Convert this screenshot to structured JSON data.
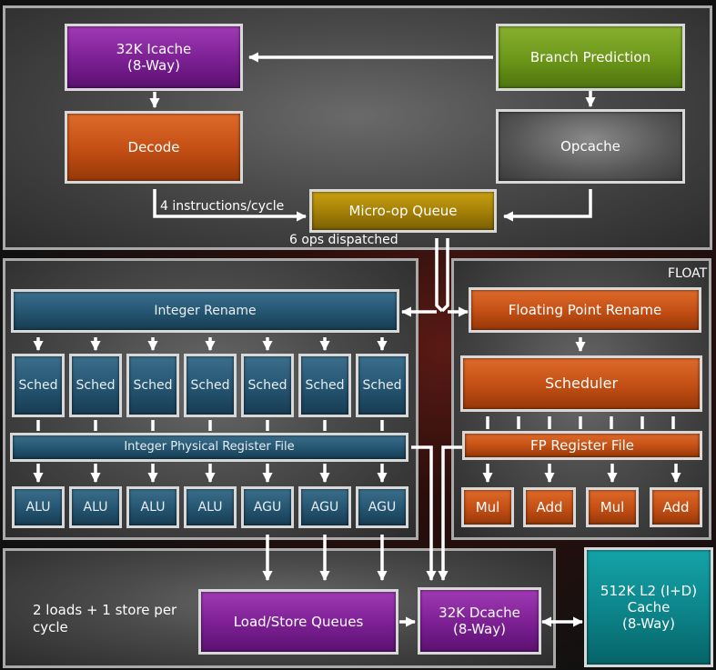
{
  "front_end": {
    "icache": "32K Icache\n(8-Way)",
    "branch_prediction": "Branch Prediction",
    "decode": "Decode",
    "opcache": "Opcache",
    "micro_op_queue": "Micro-op Queue",
    "decode_rate": "4 instructions/cycle",
    "dispatch_rate": "6 ops dispatched"
  },
  "integer": {
    "rename": "Integer Rename",
    "schedulers": [
      "Sched",
      "Sched",
      "Sched",
      "Sched",
      "Sched",
      "Sched",
      "Sched"
    ],
    "register_file": "Integer Physical Register File",
    "units": [
      "ALU",
      "ALU",
      "ALU",
      "ALU",
      "AGU",
      "AGU",
      "AGU"
    ]
  },
  "float": {
    "section_label": "FLOAT",
    "rename": "Floating Point Rename",
    "scheduler": "Scheduler",
    "register_file": "FP Register File",
    "units": [
      "Mul",
      "Add",
      "Mul",
      "Add"
    ]
  },
  "memory": {
    "load_store_rate": "2 loads + 1 store per\ncycle",
    "load_store_queues": "Load/Store Queues",
    "dcache": "32K Dcache\n(8-Way)",
    "l2_cache": "512K L2 (I+D)\nCache\n(8-Way)"
  },
  "colors": {
    "purple": "#7b1f93",
    "green": "#6b9618",
    "orange": "#c24e14",
    "gold": "#a27e06",
    "blue": "#245470",
    "teal": "#0c8489",
    "panel_border": "#a9a9a9",
    "arrow": "#ffffff"
  }
}
